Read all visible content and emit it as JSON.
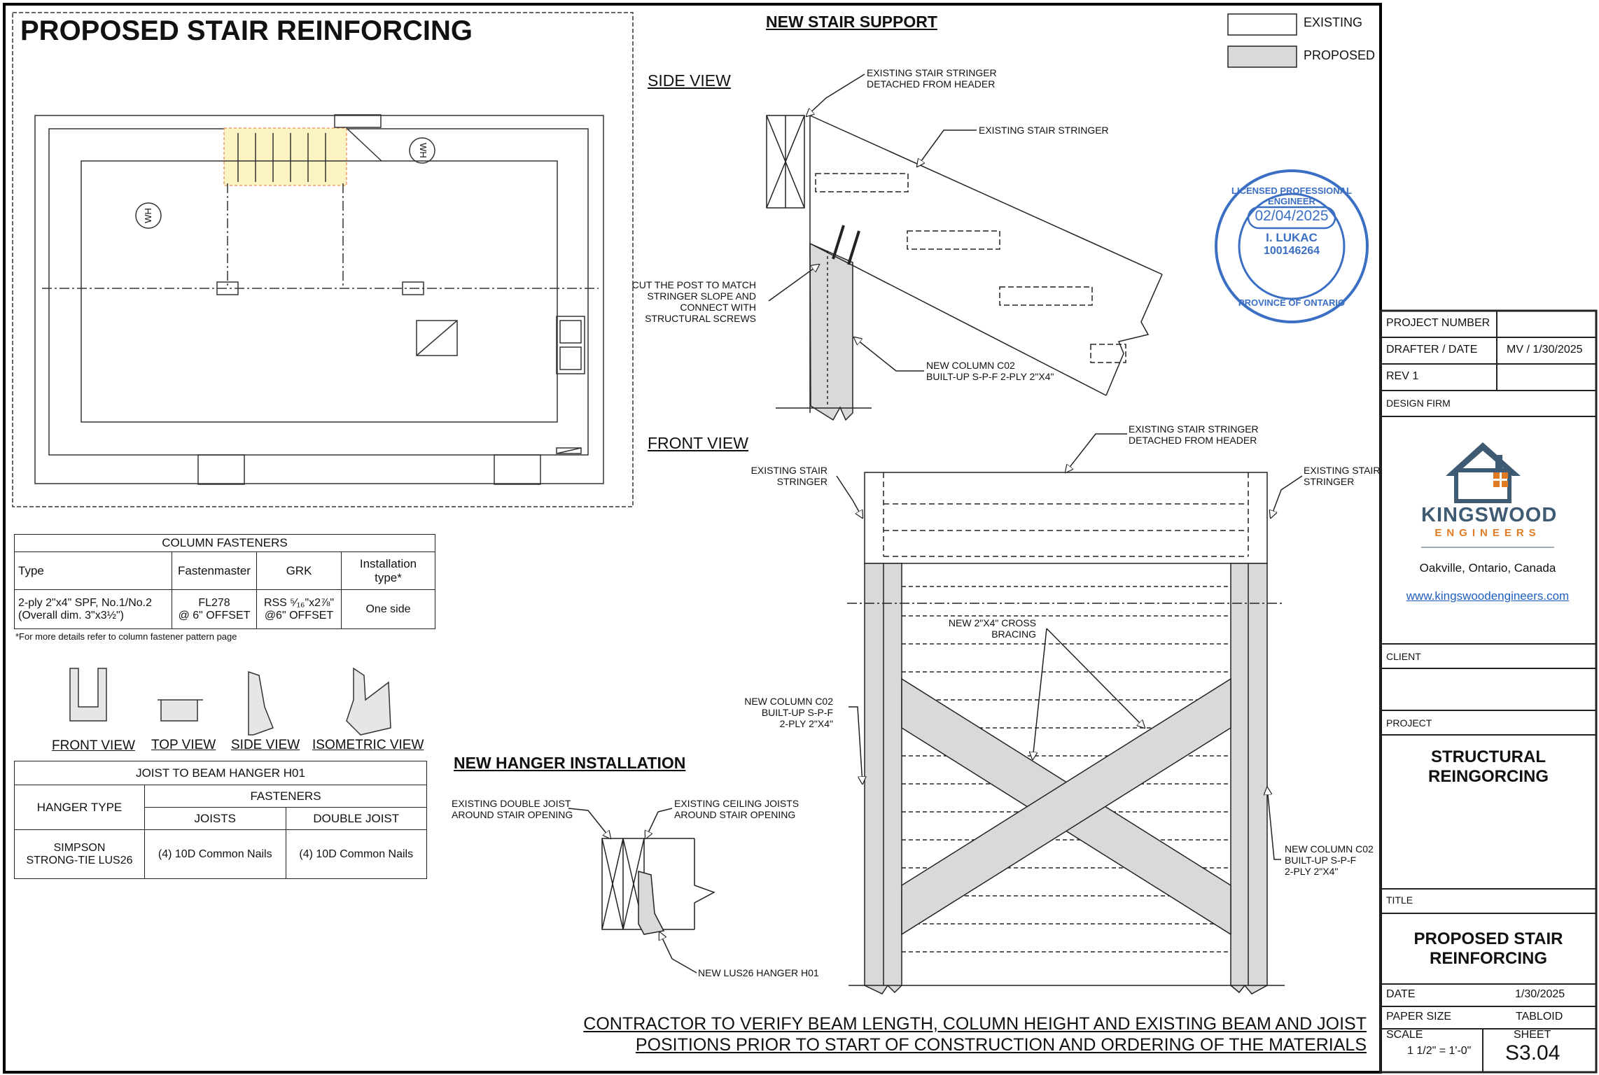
{
  "title": "PROPOSED STAIR REINFORCING",
  "legend": {
    "existing": "EXISTING",
    "proposed": "PROPOSED"
  },
  "stair_support": {
    "title": "NEW STAIR SUPPORT",
    "side_view": "SIDE VIEW",
    "front_view": "FRONT VIEW",
    "side_labels": {
      "detached": [
        "EXISTING STAIR STRINGER",
        "DETACHED FROM HEADER"
      ],
      "stringer": "EXISTING STAIR STRINGER",
      "cut_post": [
        "CUT THE POST TO MATCH",
        "STRINGER SLOPE AND",
        "CONNECT WITH",
        "STRUCTURAL SCREWS"
      ],
      "new_column": [
        "NEW COLUMN C02",
        "BUILT-UP S-P-F 2-PLY 2\"x4\""
      ]
    },
    "front_labels": {
      "detached": [
        "EXISTING STAIR STRINGER",
        "DETACHED FROM HEADER"
      ],
      "stringer_left": [
        "EXISTING STAIR",
        "STRINGER"
      ],
      "stringer_right": [
        "EXISTING STAIR",
        "STRINGER"
      ],
      "bracing": [
        "NEW 2\"x4\" CROSS",
        "BRACING"
      ],
      "column_left": [
        "NEW COLUMN C02",
        "BUILT-UP S-P-F",
        "2-PLY 2\"x4\""
      ],
      "column_right": [
        "NEW COLUMN C02",
        "BUILT-UP S-P-F",
        "2-PLY 2\"x4\""
      ]
    }
  },
  "plan": {
    "wh": "WH"
  },
  "column_fasteners": {
    "title": "COLUMN FASTENERS",
    "headers": [
      "Type",
      "Fastenmaster",
      "GRK",
      "Installation type*"
    ],
    "row": {
      "type_line1": "2-ply 2\"x4\" SPF, No.1/No.2",
      "type_line2": "(Overall dim. 3\"x3½\")",
      "fastenmaster_line1": "FL278",
      "fastenmaster_line2": "@ 6\" OFFSET",
      "grk_line1": "RSS ⁵⁄₁₆\"x2⅞\"",
      "grk_line2": "@6\" OFFSET",
      "installation": "One side"
    },
    "note": "*For more details refer to column fastener pattern page"
  },
  "hanger_views": [
    "FRONT VIEW",
    "TOP VIEW",
    "SIDE VIEW",
    "ISOMETRIC VIEW"
  ],
  "joist_table": {
    "title": "JOIST TO BEAM HANGER H01",
    "hanger_type": "HANGER TYPE",
    "fasteners": "FASTENERS",
    "joists": "JOISTS",
    "double_joist": "DOUBLE JOIST",
    "hanger_line1": "SIMPSON",
    "hanger_line2": "STRONG-TIE LUS26",
    "joist_value": "(4) 10D Common Nails",
    "double_value": "(4) 10D Common Nails"
  },
  "hanger_install": {
    "title": "NEW HANGER INSTALLATION",
    "double_joist": [
      "EXISTING DOUBLE JOIST",
      "AROUND STAIR OPENING"
    ],
    "ceiling_joists": [
      "EXISTING CEILING JOISTS",
      "AROUND STAIR OPENING"
    ],
    "new_hanger": "NEW LUS26 HANGER H01"
  },
  "contractor_note": [
    "CONTRACTOR TO VERIFY BEAM LENGTH, COLUMN HEIGHT AND EXISTING BEAM AND JOIST",
    "POSITIONS PRIOR TO START OF CONSTRUCTION AND ORDERING OF THE MATERIALS"
  ],
  "stamp": {
    "top_text": "LICENSED PROFESSIONAL ENGINEER",
    "bottom_text": "PROVINCE OF ONTARIO",
    "date": "02/04/2025",
    "name": "I. LUKAC",
    "number": "100146264"
  },
  "title_block": {
    "project_number_label": "PROJECT NUMBER",
    "project_number": "",
    "drafter_label": "DRAFTER  / DATE",
    "drafter_value": "MV / 1/30/2025",
    "rev_label": "REV 1",
    "rev_value": "",
    "design_firm_label": "DESIGN FIRM",
    "firm_name": "KINGSWOOD",
    "firm_sub": "ENGINEERS",
    "firm_location": "Oakville, Ontario, Canada",
    "firm_web": "www.kingswoodengineers.com",
    "client_label": "CLIENT",
    "client": "",
    "project_label": "PROJECT",
    "project": [
      "STRUCTURAL",
      "REINGORCING"
    ],
    "title_label": "TITLE",
    "sheet_title": [
      "PROPOSED STAIR",
      "REINFORCING"
    ],
    "date_label": "DATE",
    "date": "1/30/2025",
    "paper_label": "PAPER SIZE",
    "paper": "TABLOID",
    "scale_label": "SCALE",
    "scale": "1 1/2\" = 1'-0\"",
    "sheet_label": "SHEET",
    "sheet": "S3.04"
  },
  "colors": {
    "line": "#222222",
    "fill_proposed": "#d9d9d9",
    "stair_highlight": "#fbf3c2",
    "stamp": "#3b6fc4",
    "logo_blue": "#3f5b73",
    "logo_orange": "#e07b24"
  }
}
